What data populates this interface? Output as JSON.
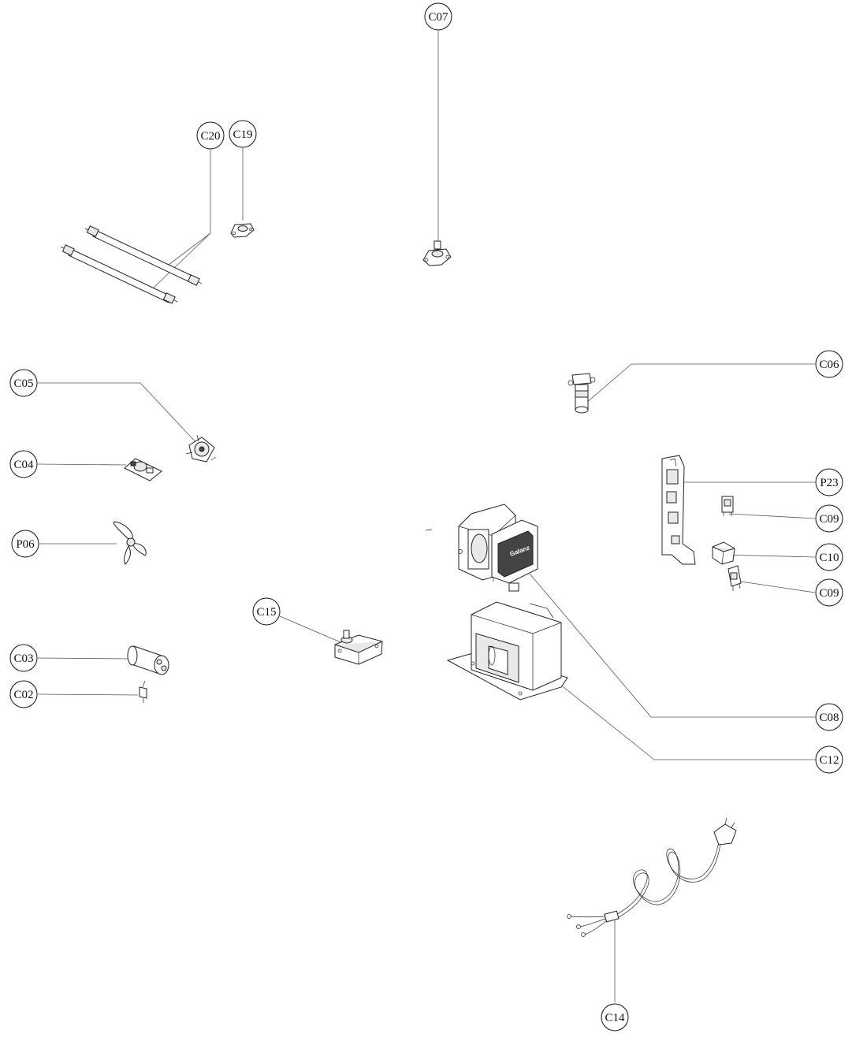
{
  "callouts": {
    "C07": "C07",
    "C20": "C20",
    "C19": "C19",
    "C05": "C05",
    "C04": "C04",
    "P06": "P06",
    "C03": "C03",
    "C02": "C02",
    "C15": "C15",
    "C06": "C06",
    "P23": "P23",
    "C09a": "C09",
    "C10": "C10",
    "C09b": "C09",
    "C08": "C08",
    "C12": "C12",
    "C14": "C14"
  },
  "magnetron_brand": "Galanz"
}
